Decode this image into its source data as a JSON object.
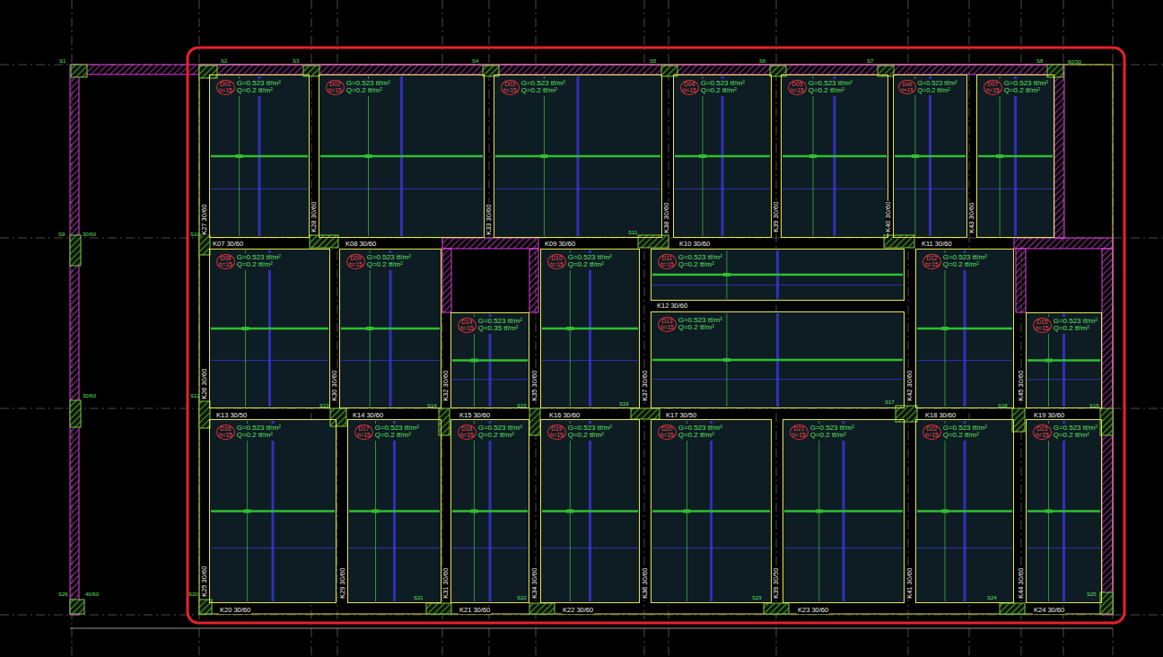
{
  "diagram": {
    "nodes": [
      {
        "text": [
          "D01",
          "h=15",
          "G=0.523 tf/m²",
          "Q=0.2 tf/m²"
        ]
      },
      {
        "text": [
          "D02",
          "h=15",
          "G=0.523 tf/m²",
          "Q=0.2 tf/m²"
        ]
      },
      {
        "text": [
          "D03",
          "h=15",
          "G=0.523 tf/m²",
          "Q=0.2 tf/m²"
        ]
      },
      {
        "text": [
          "D04",
          "h=15",
          "G=0.523 tf/m²",
          "Q=0.2 tf/m²"
        ]
      },
      {
        "text": [
          "D05",
          "h=15",
          "G=0.523 tf/m²",
          "Q=0.2 tf/m²"
        ]
      },
      {
        "text": [
          "D06",
          "h=15",
          "G=0.523 tf/m²",
          "Q=0.2 tf/m²"
        ]
      },
      {
        "text": [
          "D07",
          "h=15",
          "G=0.523 tf/m²",
          "Q=0.2 tf/m²"
        ]
      },
      {
        "text": [
          "D08",
          "h=15",
          "G=0.523 tf/m²",
          "Q=0.2 tf/m²"
        ]
      },
      {
        "text": [
          "D09",
          "h=15",
          "G=0.523 tf/m²",
          "Q=0.2 tf/m²"
        ]
      },
      {
        "text": [
          "D10",
          "h=15",
          "G=0.523 tf/m²",
          "Q=0.2 tf/m²"
        ]
      },
      {
        "text": [
          "D11",
          "h=15",
          "G=0.523 tf/m²",
          "Q=0.2 tf/m²"
        ]
      },
      {
        "text": [
          "D12",
          "h=15",
          "G=0.523 tf/m²",
          "Q=0.2 tf/m²"
        ]
      },
      {
        "text": [
          "D13",
          "h=15",
          "G=0.523 tf/m²",
          "Q=0.2 tf/m²"
        ]
      },
      {
        "text": [
          "D14",
          "h=15",
          "G=0.523 tf/m²",
          "Q=0.35 tf/m²"
        ]
      },
      {
        "text": [
          "D15",
          "h=15",
          "G=0.523 tf/m²",
          "Q=0.2 tf/m²"
        ]
      },
      {
        "text": [
          "D16",
          "h=15",
          "G=0.523 tf/m²",
          "Q=0.2 tf/m²"
        ]
      },
      {
        "text": [
          "D17",
          "h=15",
          "G=0.523 tf/m²",
          "Q=0.2 tf/m²"
        ]
      },
      {
        "text": [
          "D18",
          "h=15",
          "G=0.523 tf/m²",
          "Q=0.2 tf/m²"
        ]
      },
      {
        "text": [
          "D19",
          "h=15",
          "G=0.523 tf/m²",
          "Q=0.2 tf/m²"
        ]
      },
      {
        "text": [
          "D20",
          "h=15",
          "G=0.523 tf/m²",
          "Q=0.2 tf/m²"
        ]
      },
      {
        "text": [
          "D21",
          "h=15",
          "G=0.523 tf/m²",
          "Q=0.2 tf/m²"
        ]
      },
      {
        "text": [
          "D22",
          "h=15",
          "G=0.523 tf/m²",
          "Q=0.2 tf/m²"
        ]
      },
      {
        "text": [
          "D23",
          "h=15",
          "G=0.523 tf/m²",
          "Q=0.2 tf/m²"
        ]
      }
    ],
    "labels": [
      "K07 30/60",
      "K08 30/60",
      "K09 30/60",
      "K10 30/60",
      "K11 30/60",
      "K12 30/60",
      "K13 30/50",
      "K14 30/60",
      "K15 30/60",
      "K16 30/60",
      "K17 30/50",
      "K18 30/60",
      "K19 30/60",
      "K20 30/60",
      "K21 30/60",
      "K22 30/60",
      "K23 30/60",
      "K24 30/60",
      "K27 30/60",
      "K28 30/60",
      "K33 30/60",
      "K38 30/60",
      "K39 30/60",
      "K40 30/60",
      "K43 30/60",
      "K26 30/60",
      "K30 30/60",
      "K32 30/60",
      "K35 30/60",
      "K37 30/60",
      "K42 30/60",
      "K45 30/60",
      "K25 30/60",
      "K29 30/60",
      "K31 30/60",
      "K34 30/60",
      "K36 30/60",
      "K39 30/50",
      "K41 30/60",
      "K44 30/60",
      "S1",
      "S2",
      "S3",
      "S4",
      "S5",
      "S6",
      "S7",
      "S8",
      "S9",
      "S10",
      "S11",
      "S12",
      "S13",
      "S14",
      "S15",
      "S16",
      "S17",
      "S18",
      "S19",
      "S20",
      "S21",
      "S22",
      "S23",
      "S24",
      "S25",
      "S26",
      "30/60",
      "30/60",
      "40/60",
      "60/30"
    ]
  }
}
